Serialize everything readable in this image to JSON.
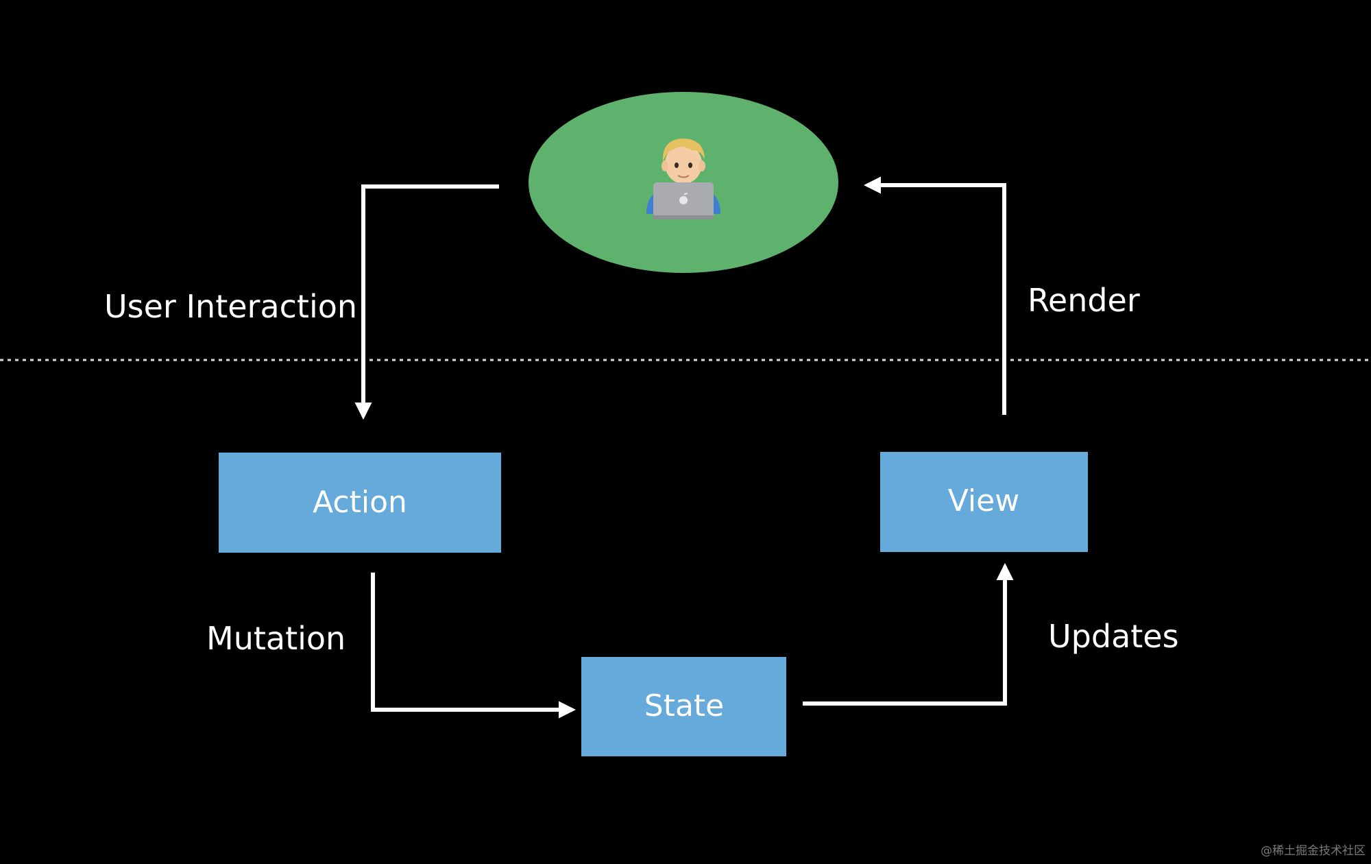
{
  "diagram": {
    "nodes": {
      "user": {
        "icon": "user-with-laptop-icon"
      },
      "action": {
        "label": "Action"
      },
      "view": {
        "label": "View"
      },
      "state": {
        "label": "State"
      }
    },
    "edges": {
      "user_interaction": {
        "label": "User Interaction",
        "from": "user",
        "to": "action"
      },
      "mutation": {
        "label": "Mutation",
        "from": "action",
        "to": "state"
      },
      "updates": {
        "label": "Updates",
        "from": "state",
        "to": "view"
      },
      "render": {
        "label": "Render",
        "from": "view",
        "to": "user"
      }
    }
  },
  "watermark": "@稀土掘金技术社区",
  "colors": {
    "background": "#000000",
    "user_ellipse": "#5fb16e",
    "box_fill": "#66aadb",
    "arrow": "#ffffff",
    "divider": "#d9d9d9"
  }
}
